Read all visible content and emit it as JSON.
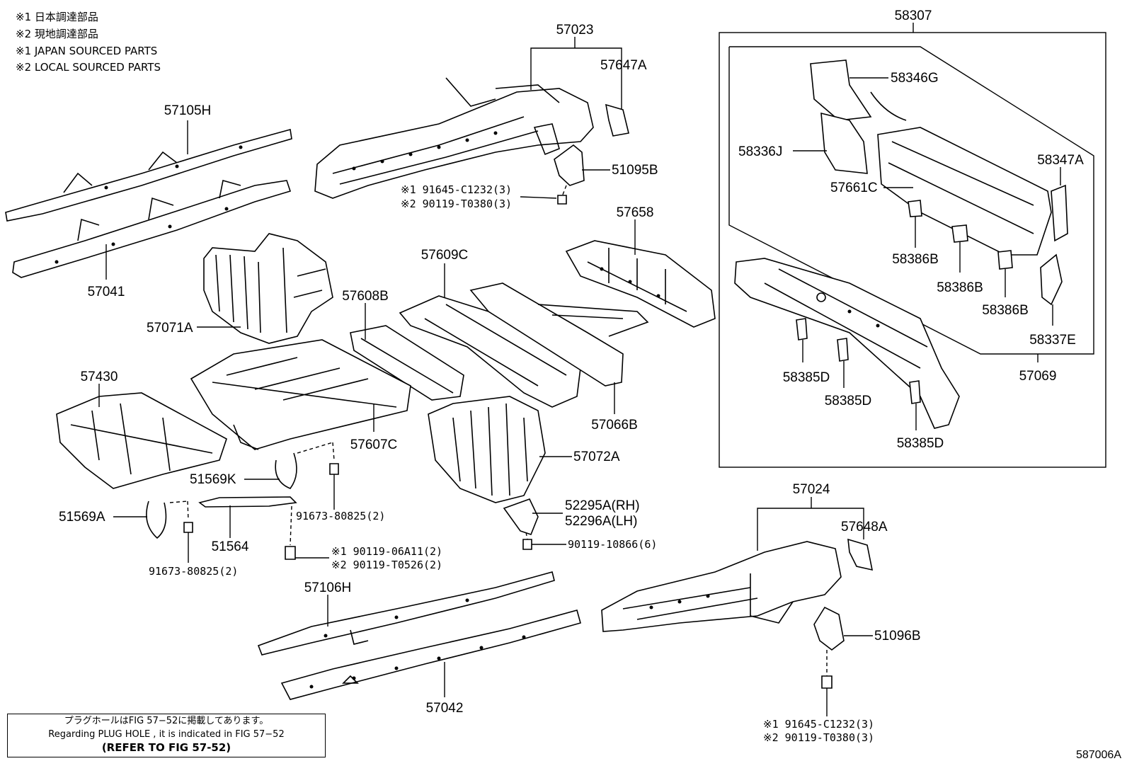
{
  "legend": [
    "※1  日本調達部品",
    "※2  現地調達部品",
    "※1  JAPAN SOURCED PARTS",
    "※2  LOCAL SOURCED PARTS"
  ],
  "labels": {
    "p57023": "57023",
    "p57647A": "57647A",
    "p51095B": "51095B",
    "p57105H": "57105H",
    "p57041": "57041",
    "p57071A": "57071A",
    "p57658": "57658",
    "p57609C": "57609C",
    "p57608B": "57608B",
    "p57430": "57430",
    "p57607C": "57607C",
    "p57066B": "57066B",
    "p57072A": "57072A",
    "p51569K": "51569K",
    "p51569A": "51569A",
    "p51564": "51564",
    "p52295A": "52295A(RH)",
    "p52296A": "52296A(LH)",
    "p57024": "57024",
    "p57648A": "57648A",
    "p57106H": "57106H",
    "p51096B": "51096B",
    "p57042": "57042",
    "p58307": "58307",
    "p58346G": "58346G",
    "p58336J": "58336J",
    "p58347A": "58347A",
    "p57661C": "57661C",
    "p58386B_1": "58386B",
    "p58386B_2": "58386B",
    "p58386B_3": "58386B",
    "p58337E": "58337E",
    "p58385D_1": "58385D",
    "p58385D_2": "58385D",
    "p58385D_3": "58385D",
    "p57069": "57069"
  },
  "fasteners": {
    "f_top_1": "※1 91645-C1232(3)",
    "f_top_2": "※2 90119-T0380(3)",
    "f_91673_a": "91673-80825(2)",
    "f_91673_b": "91673-80825(2)",
    "f_90119_06_1": "※1 90119-06A11(2)",
    "f_90119_06_2": "※2 90119-T0526(2)",
    "f_90119_10866": "90119-10866(6)",
    "f_bot_1": "※1 91645-C1232(3)",
    "f_bot_2": "※2 90119-T0380(3)"
  },
  "note": {
    "jp": "プラグホールはFIG 57−52に掲載してあります。",
    "en": "Regarding  PLUG  HOLE , it is indicated in  FIG  57−52",
    "ref": "(REFER TO FIG 57-52)"
  },
  "figure_id": "587006A"
}
